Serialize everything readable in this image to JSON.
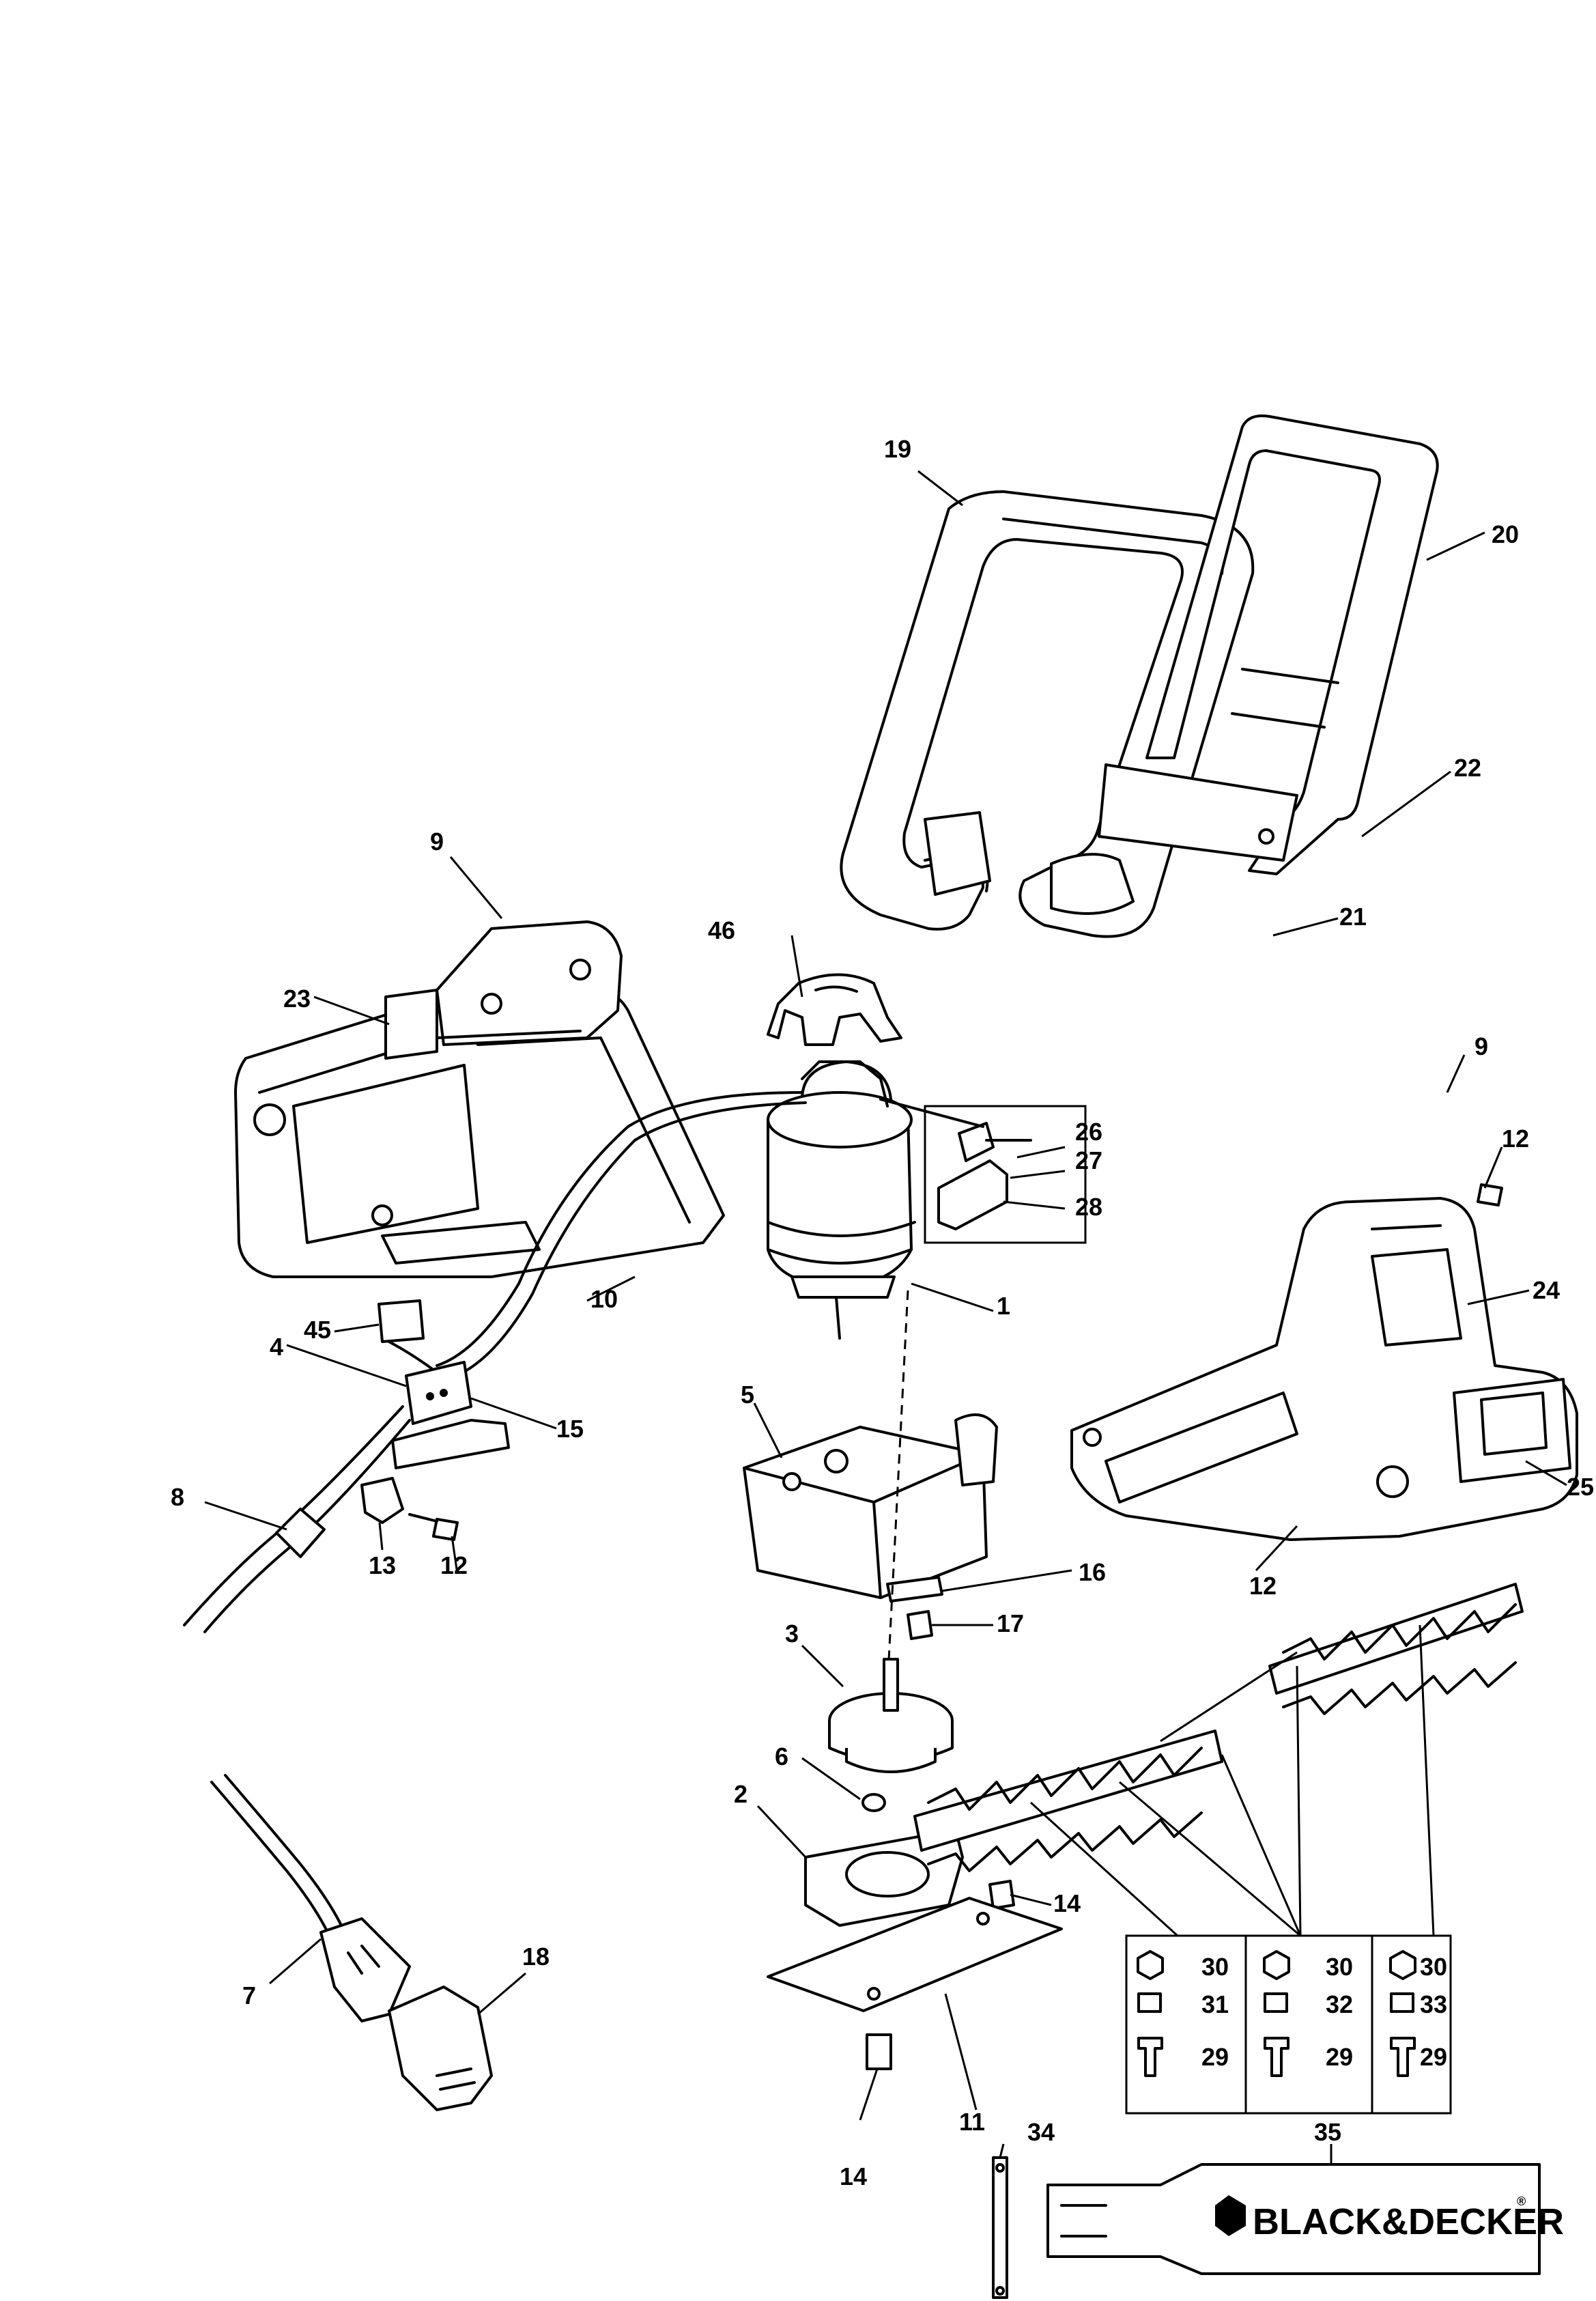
{
  "figure": "Exploded parts diagram of an electric hedge trimmer",
  "part_labels": {
    "p1": "1",
    "p2": "2",
    "p3": "3",
    "p4": "4",
    "p5": "5",
    "p6": "6",
    "p7": "7",
    "p8": "8",
    "p9a": "9",
    "p9b": "9",
    "p10": "10",
    "p11": "11",
    "p12a": "12",
    "p12b": "12",
    "p12c": "12",
    "p13": "13",
    "p14a": "14",
    "p14b": "14",
    "p15": "15",
    "p16": "16",
    "p17": "17",
    "p18": "18",
    "p19": "19",
    "p20": "20",
    "p21": "21",
    "p22": "22",
    "p23": "23",
    "p24": "24",
    "p25": "25",
    "p26": "26",
    "p27": "27",
    "p28": "28",
    "p34": "34",
    "p35": "35",
    "p45": "45",
    "p46": "46"
  },
  "hardware_kits": {
    "col1": [
      "30",
      "31",
      "29"
    ],
    "col2": [
      "30",
      "32",
      "29"
    ],
    "col3": [
      "30",
      "33",
      "29"
    ]
  },
  "brand": {
    "logo_text": "BLACK&DECKER",
    "registered_mark": "®"
  }
}
